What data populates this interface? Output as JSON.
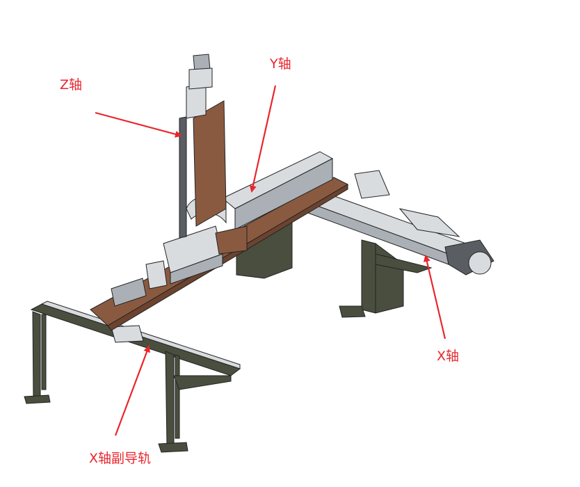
{
  "labels": {
    "z_axis": "Z轴",
    "y_axis": "Y轴",
    "x_axis": "X轴",
    "x_aux_rail": "X轴副导轨"
  },
  "colors": {
    "annotation": "#e8262d",
    "frame": "#4a4e3f",
    "plate": "#8a5a40",
    "metal_light": "#d9dcdf",
    "metal_mid": "#aab0b5",
    "metal_dark": "#5a5e62",
    "outline": "#222222"
  }
}
